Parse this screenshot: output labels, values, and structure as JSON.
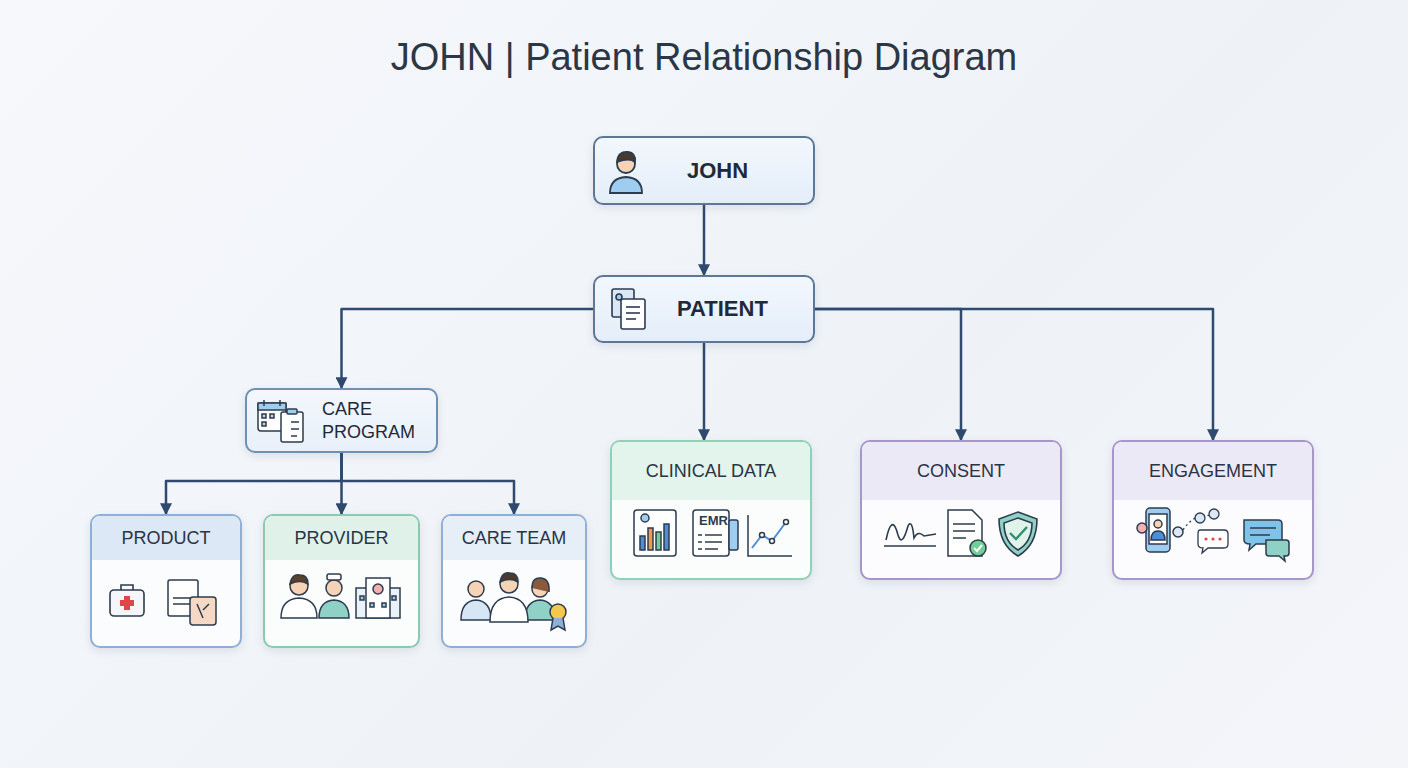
{
  "diagram": {
    "title": "JOHN | Patient Relationship Diagram",
    "nodes": [
      {
        "text": [
          "JOHN"
        ]
      },
      {
        "text": [
          "PATIENT"
        ]
      },
      {
        "text": [
          "CARE PROGRAM"
        ]
      },
      {
        "text": [
          "PRODUCT"
        ]
      },
      {
        "text": [
          "PROVIDER"
        ]
      },
      {
        "text": [
          "CARE TEAM"
        ]
      },
      {
        "text": [
          "CLINICAL DATA"
        ]
      },
      {
        "text": [
          "CONSENT"
        ]
      },
      {
        "text": [
          "ENGAGEMENT"
        ]
      }
    ],
    "edges": [
      {
        "from": 0,
        "to": 1,
        "arrow": "to"
      },
      {
        "from": 1,
        "to": 2,
        "arrow": "to"
      },
      {
        "from": 1,
        "to": 6,
        "arrow": "to"
      },
      {
        "from": 1,
        "to": 7,
        "arrow": "to"
      },
      {
        "from": 1,
        "to": 8,
        "arrow": "to"
      },
      {
        "from": 2,
        "to": 3,
        "arrow": "to"
      },
      {
        "from": 2,
        "to": 4,
        "arrow": "to"
      },
      {
        "from": 2,
        "to": 5,
        "arrow": "to"
      }
    ],
    "labels": [
      "EMR"
    ]
  }
}
